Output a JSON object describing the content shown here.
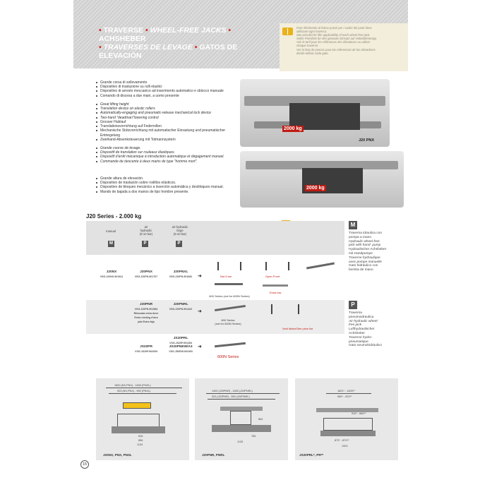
{
  "header": {
    "line1": [
      "TRAVERSE",
      "WHEEL-FREE JACKS",
      "ACHSHEBER"
    ],
    "line2": [
      "TRAVERSES DE LEVAGE",
      "GATOS DE ELEVACIÓN"
    ],
    "note": [
      "Fare riferimento al listino prezzi per i codici dei ponti dove",
      "utilizzare ogni traversa.",
      "See pricelist for lifts applicability of each wheel-free jack.",
      "Siehe Preisliste für den genauen Einsatz auf Hebebühnentyp.",
      "Voir le tarif pour les références des élévateurs ou utiliser",
      "chaque traverse.",
      "Ver la lista de precios para las referencias de los elevadores",
      "donde utilizar cada gato."
    ]
  },
  "features": {
    "it": [
      "Grande corsa di sollevamento",
      "Dispositivo di traslazione su rulli elastici",
      "Dispositivo di arresto meccanico ad inserimento automatico e sblocco manuale",
      "Comando di discesa a due mani, a uomo presente"
    ],
    "en": [
      "Great lifting height",
      "Translation device on elastic rollers",
      "Automatically-engaging and pneumatic-release mechanical lock device",
      "Two-hand \"deadman\"lowering control"
    ],
    "de": [
      "Grosser Hublauf",
      "Translationsvorrichtung auf Federrollen",
      "Mechanische Stützvorrichtung mit automatischer Einrastung und pneumatischer Entriegelung",
      "Zweihand-Absenksteuerung mit Totmannsystem"
    ],
    "fr": [
      "Grande course de levage.",
      "Dispositif de translation sur rouleaux élastiques.",
      "Dispositif d'arrêt mécanique à introduction automatique et dégagement manuel.",
      "Commande de descente à deux mains de type \"homme mort\"."
    ],
    "es": [
      "Grande altura de elevación.",
      "Dispositivo de traslación sobre rodillos elásticos.",
      "Dispositivo de bloqueo mecánico a inserción automática y desbloqueo manual.",
      "Mando de bajada a dos manos de tipo hombre presente."
    ]
  },
  "photos": {
    "top_label": "2000 kg",
    "top_caption": "J20 PNX",
    "bottom_label": "2000 kg"
  },
  "table": {
    "section_title": "J20 Series - 2.000 kg",
    "headers": {
      "manual": "manual",
      "air": [
        "air",
        "hydraulic",
        "(6-10 bar)"
      ],
      "airl": [
        "air-hydraulic",
        "large",
        "(6-10 bar)"
      ],
      "m": "M",
      "p1": "P",
      "p2": "P"
    },
    "rows": [
      {
        "manual_name": "J20NX",
        "manual_code": "VSG.J20NX.901941",
        "air_name": "J20PNX",
        "air_code": "VSG.J20PN.901767",
        "large_name": "J20PNXL",
        "large_code": "VSG.J20PN.901682"
      },
      {
        "air_name": "J20PNR",
        "air_code": "VSG.J20PN.901583",
        "air_note": [
          "Rilassata extra dove",
          "Extra nieding d'aira",
          "plat Extra faja"
        ],
        "large_name": "J20PNRL",
        "large_code": "VSG.J20PN.901422"
      },
      {
        "manual_name": "JS20PR",
        "manual_code": "VSG.JS20P.902009",
        "large_name": "JS20PRL",
        "large_code": "VSG.JS20P.901354",
        "large2_name": "JS20PNEW/A3",
        "large2_code": "VSG.JS0EW.901903"
      }
    ],
    "labels": {
      "not6": "Not 6 ton",
      "openfront": "Open Front",
      "series600": "600 Series (not for 600N Series)",
      "extralow": "Extra low",
      "series600b": [
        "600 Series",
        "(not for 600N Series)"
      ],
      "seeprice": "Vedi listino/See price list",
      "series600n": "600N Series"
    }
  },
  "side": {
    "m": {
      "badge": "M",
      "lines": [
        "Traversa idraulica con",
        "pompa a mano"
      ],
      "it_lines": [
        "Hydraulic wheel-free",
        "jack with hand- pump"
      ],
      "de": [
        "Hydraulischer Achsheber",
        "mit Handpumpe"
      ],
      "fr": [
        "Traverse hydraulique",
        "avec pompe manuelle"
      ],
      "es": [
        "Gato hidráulico con",
        "bomba de mano"
      ]
    },
    "p": {
      "badge": "P",
      "lines": [
        "Traversa",
        "pneumoidraulica"
      ],
      "it_lines": [
        "Air-hydraulic wheel-",
        "free jack"
      ],
      "de": [
        "Lufthydraulischer",
        "Achsheber"
      ],
      "fr": [
        "Traverse hydro-",
        "pneumatique"
      ],
      "es": [
        "Gato neumohidráulico"
      ]
    }
  },
  "drawings": [
    {
      "caption": "J20NX, PNX, PNXL",
      "dims": [
        "1600 (NX,PNX) - 1600 (PNXL)",
        "923 (NX,PNX) - 950 (PNXL)",
        "816",
        "856",
        "1134"
      ]
    },
    {
      "caption": "J20PNR, PNRL",
      "dims": [
        "1400 (J20PNR) - 1600 (J20PNRL)",
        "923 (J20PNR) - 950 (J20PNRL)",
        "864",
        "784",
        "1133"
      ]
    },
    {
      "caption": "JS20PRL*, PR**",
      "dims": [
        "1601* - 1405**",
        "950* - 923**",
        "910* - 864**",
        "872* - 870**",
        "1323"
      ]
    }
  ],
  "page_number": "15",
  "colors": {
    "accent": "#c01a12",
    "yellow": "#e8b21c",
    "grey": "#e2e2e2"
  }
}
